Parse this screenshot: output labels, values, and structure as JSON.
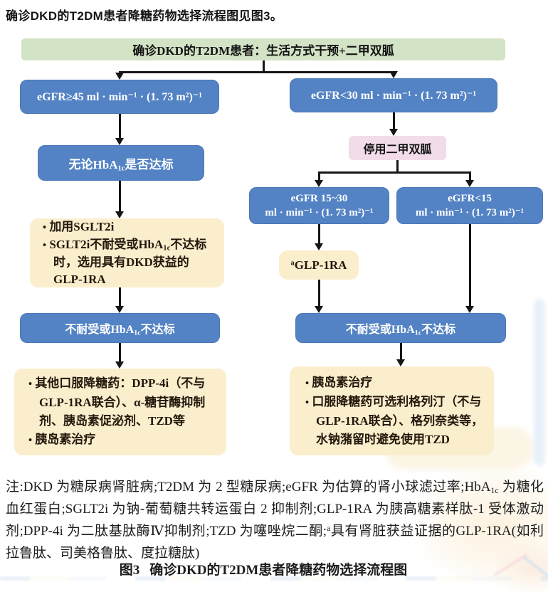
{
  "page": {
    "intro_text": "确诊DKD的T2DM患者降糖药物选择流程图见图3。",
    "caption_label": "图3",
    "caption_text": "确诊DKD的T2DM患者降糖药物选择流程图"
  },
  "glyphs": {
    "bullet": "•"
  },
  "colors": {
    "box_blue": "#5383c4",
    "box_green": "#d3e3c5",
    "box_pink": "#f2dcea",
    "box_cream": "#fbeecd",
    "line": "#161616"
  },
  "flow": {
    "root": {
      "text": "确诊DKD的T2DM患者：生活方式干预+二甲双胍"
    },
    "egfr_ge45": {
      "text": "eGFR≥45 ml · min⁻¹ · (1. 73 m²)⁻¹"
    },
    "egfr_lt30": {
      "text": "eGFR<30 ml · min⁻¹ · (1. 73 m²)⁻¹"
    },
    "hba_any": {
      "pre": "无论HbA",
      "sub": "1c",
      "post": "是否达标"
    },
    "stop_metformin": {
      "text": "停用二甲双胍"
    },
    "egfr_15_30": {
      "line1": "eGFR 15~30",
      "line2": "ml · min⁻¹ · (1. 73 m²)⁻¹"
    },
    "egfr_lt15": {
      "line1": "eGFR<15",
      "line2": "ml · min⁻¹ · (1. 73 m²)⁻¹"
    },
    "sglt2i": {
      "item1": "加用SGLT2i",
      "item2_pre": "SGLT2i不耐受或HbA",
      "item2_sub": "1c",
      "item2_post": "不达标时，选用具有DKD获益的GLP-1RA"
    },
    "glp1ra": {
      "sup": "a",
      "text": "GLP-1RA"
    },
    "fail_left": {
      "pre": "不耐受或HbA",
      "sub": "1c",
      "post": "不达标"
    },
    "fail_right": {
      "pre": "不耐受或HbA",
      "sub": "1c",
      "post": "不达标"
    },
    "other_left": {
      "item1": "其他口服降糖药：DPP-4i（不与GLP-1RA联合）、α-糖苷酶抑制剂、胰岛素促泌剂、TZD等",
      "item2": "胰岛素治疗"
    },
    "other_right": {
      "item1": "胰岛素治疗",
      "item2": "口服降糖药可选利格列汀（不与GLP-1RA联合）、格列奈类等，水钠潴留时避免使用TZD"
    }
  },
  "notes": {
    "p1": "注:DKD 为糖尿病肾脏病;T2DM 为 2 型糖尿病;eGFR 为估算的肾小球滤过率;HbA",
    "sub1": "1c",
    "p2": " 为糖化血红蛋白;SGLT2i 为钠-葡萄糖共转运蛋白 2 抑制剂;GLP-1RA 为胰高糖素样肽-1 受体激动剂;DPP-4i 为二肽基肽酶Ⅳ抑制剂;TZD 为噻唑烷二酮;",
    "sup1": "a",
    "p3": "具有肾脏获益证据的GLP-1RA(如利拉鲁肽、司美格鲁肽、度拉糖肽)"
  }
}
